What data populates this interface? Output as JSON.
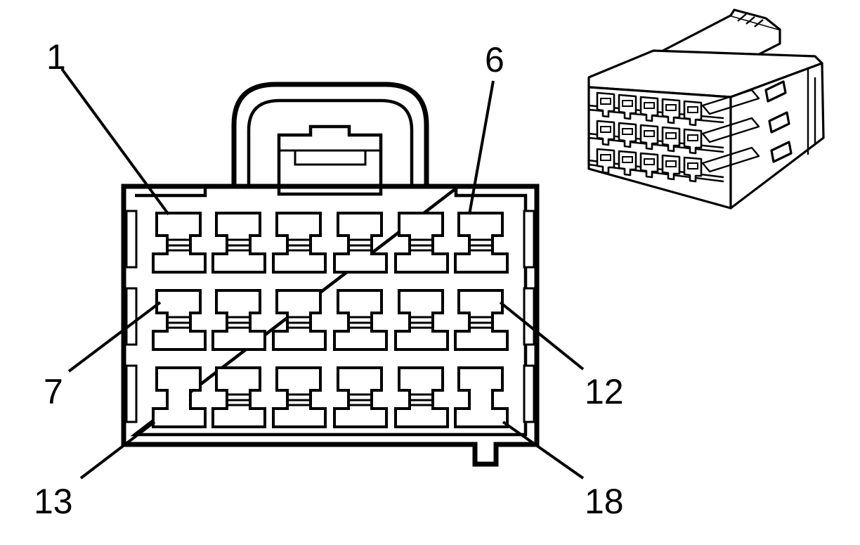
{
  "connector": {
    "rows": 3,
    "columns": 6,
    "pin_count": 18,
    "labels": {
      "pin_1": "1",
      "pin_6": "6",
      "pin_7": "7",
      "pin_12": "12",
      "pin_13": "13",
      "pin_18": "18"
    }
  },
  "colors": {
    "line": "#000000",
    "background": "#ffffff"
  }
}
